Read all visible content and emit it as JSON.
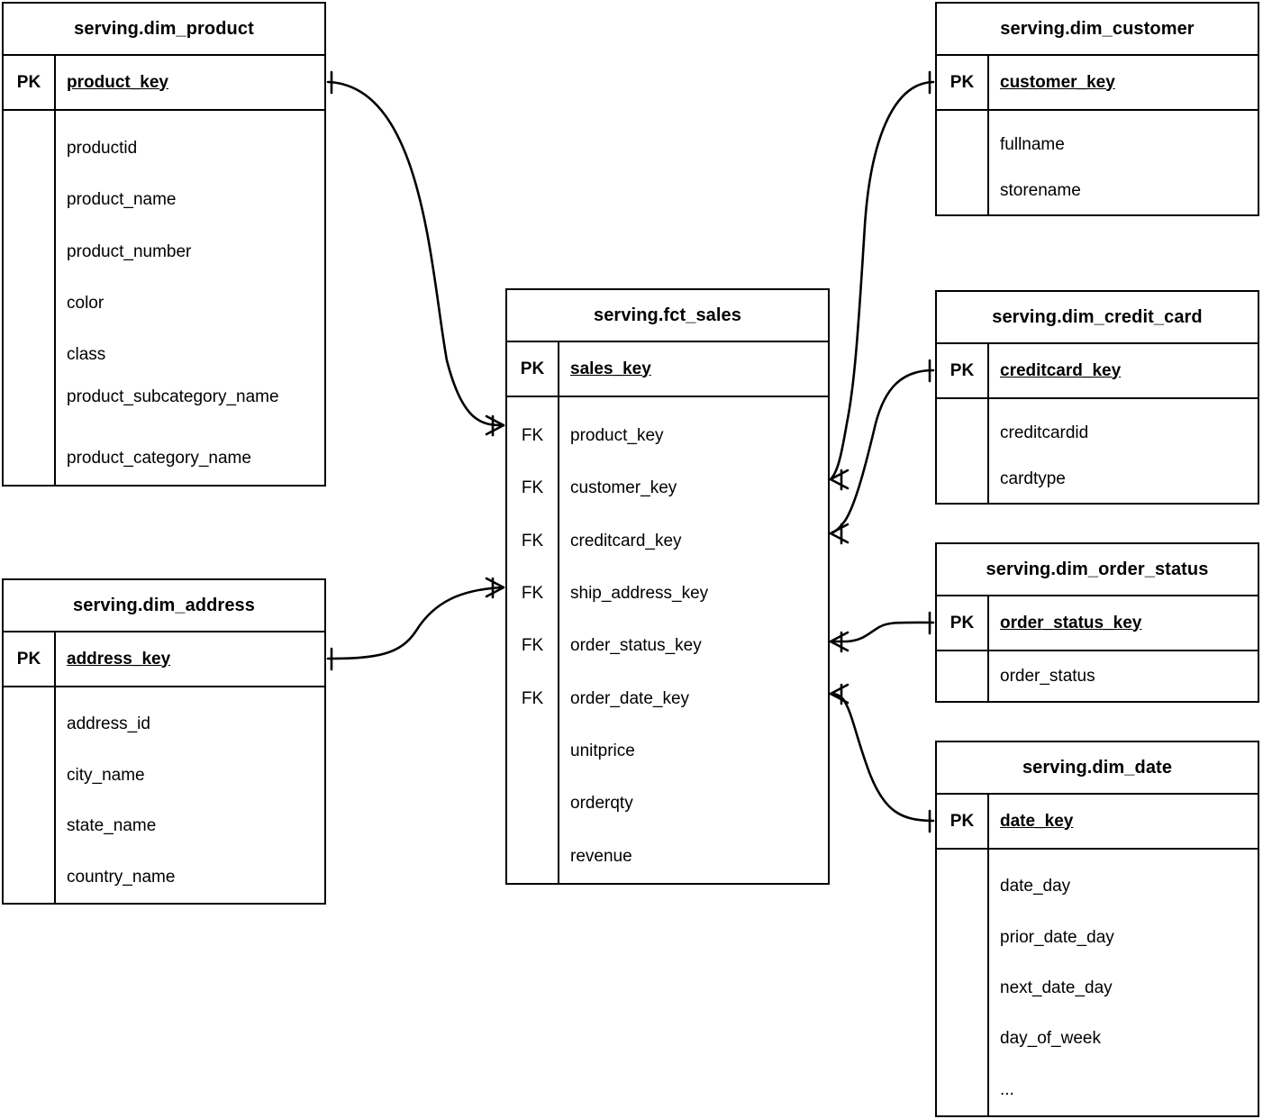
{
  "diagram": {
    "title": "Dimensional model ER diagram",
    "notation": "crow's foot",
    "line_color": "#000000",
    "background": "#ffffff",
    "pk_label": "PK",
    "fk_label": "FK"
  },
  "entities": [
    {
      "id": "dim_product",
      "name": "serving.dim_product",
      "primary_key": {
        "tag": "PK",
        "name": "product_key"
      },
      "attributes": [
        {
          "tag": "",
          "name": "productid"
        },
        {
          "tag": "",
          "name": "product_name"
        },
        {
          "tag": "",
          "name": "product_number"
        },
        {
          "tag": "",
          "name": "color"
        },
        {
          "tag": "",
          "name": "class"
        },
        {
          "tag": "",
          "name": "product_subcategory_name"
        },
        {
          "tag": "",
          "name": "product_category_name"
        }
      ]
    },
    {
      "id": "dim_address",
      "name": "serving.dim_address",
      "primary_key": {
        "tag": "PK",
        "name": "address_key"
      },
      "attributes": [
        {
          "tag": "",
          "name": "address_id"
        },
        {
          "tag": "",
          "name": "city_name"
        },
        {
          "tag": "",
          "name": "state_name"
        },
        {
          "tag": "",
          "name": "country_name"
        }
      ]
    },
    {
      "id": "fct_sales",
      "name": "serving.fct_sales",
      "primary_key": {
        "tag": "PK",
        "name": "sales_key"
      },
      "attributes": [
        {
          "tag": "FK",
          "name": "product_key"
        },
        {
          "tag": "FK",
          "name": "customer_key"
        },
        {
          "tag": "FK",
          "name": "creditcard_key"
        },
        {
          "tag": "FK",
          "name": "ship_address_key"
        },
        {
          "tag": "FK",
          "name": "order_status_key"
        },
        {
          "tag": "FK",
          "name": "order_date_key"
        },
        {
          "tag": "",
          "name": "unitprice"
        },
        {
          "tag": "",
          "name": "orderqty"
        },
        {
          "tag": "",
          "name": "revenue"
        }
      ]
    },
    {
      "id": "dim_customer",
      "name": "serving.dim_customer",
      "primary_key": {
        "tag": "PK",
        "name": "customer_key"
      },
      "attributes": [
        {
          "tag": "",
          "name": "fullname"
        },
        {
          "tag": "",
          "name": "storename"
        }
      ]
    },
    {
      "id": "dim_credit_card",
      "name": "serving.dim_credit_card",
      "primary_key": {
        "tag": "PK",
        "name": "creditcard_key"
      },
      "attributes": [
        {
          "tag": "",
          "name": "creditcardid"
        },
        {
          "tag": "",
          "name": "cardtype"
        }
      ]
    },
    {
      "id": "dim_order_status",
      "name": "serving.dim_order_status",
      "primary_key": {
        "tag": "PK",
        "name": "order_status_key"
      },
      "attributes": [
        {
          "tag": "",
          "name": "order_status"
        }
      ]
    },
    {
      "id": "dim_date",
      "name": "serving.dim_date",
      "primary_key": {
        "tag": "PK",
        "name": "date_key"
      },
      "attributes": [
        {
          "tag": "",
          "name": "date_day"
        },
        {
          "tag": "",
          "name": "prior_date_day"
        },
        {
          "tag": "",
          "name": "next_date_day"
        },
        {
          "tag": "",
          "name": "day_of_week"
        },
        {
          "tag": "",
          "name": "..."
        }
      ]
    }
  ],
  "relationships": [
    {
      "from": "dim_product",
      "from_field": "product_key",
      "to": "fct_sales",
      "to_field": "product_key",
      "from_card": "one",
      "to_card": "many"
    },
    {
      "from": "dim_address",
      "from_field": "address_key",
      "to": "fct_sales",
      "to_field": "ship_address_key",
      "from_card": "one",
      "to_card": "many"
    },
    {
      "from": "dim_customer",
      "from_field": "customer_key",
      "to": "fct_sales",
      "to_field": "customer_key",
      "from_card": "one",
      "to_card": "many"
    },
    {
      "from": "dim_credit_card",
      "from_field": "creditcard_key",
      "to": "fct_sales",
      "to_field": "creditcard_key",
      "from_card": "one",
      "to_card": "many"
    },
    {
      "from": "dim_order_status",
      "from_field": "order_status_key",
      "to": "fct_sales",
      "to_field": "order_status_key",
      "from_card": "one",
      "to_card": "many"
    },
    {
      "from": "dim_date",
      "from_field": "date_key",
      "to": "fct_sales",
      "to_field": "order_date_key",
      "from_card": "one",
      "to_card": "many"
    }
  ]
}
